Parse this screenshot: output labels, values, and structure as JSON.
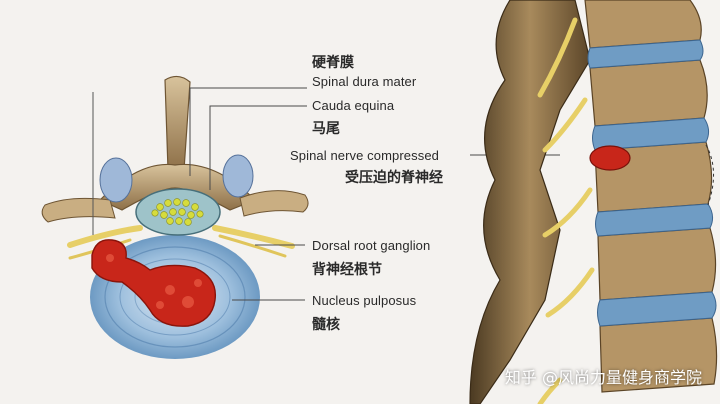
{
  "labels": {
    "dura_zh": "硬脊膜",
    "dura_en": "Spinal dura mater",
    "cauda_en": "Cauda equina",
    "cauda_zh": "马尾",
    "nerve_en": "Spinal nerve compressed",
    "nerve_zh": "受压迫的脊神经",
    "drg_en": "Dorsal root ganglion",
    "drg_zh": "背神经根节",
    "np_en": "Nucleus pulposus",
    "np_zh": "髓核"
  },
  "watermark": "知乎 @风尚力量健身商学院",
  "colors": {
    "disc_blue": "#6f9cc4",
    "herniation_red": "#c8261a",
    "bone": "#b8996c",
    "nerve_yellow": "#e7cf67",
    "cauda_green": "#c9d23a"
  }
}
